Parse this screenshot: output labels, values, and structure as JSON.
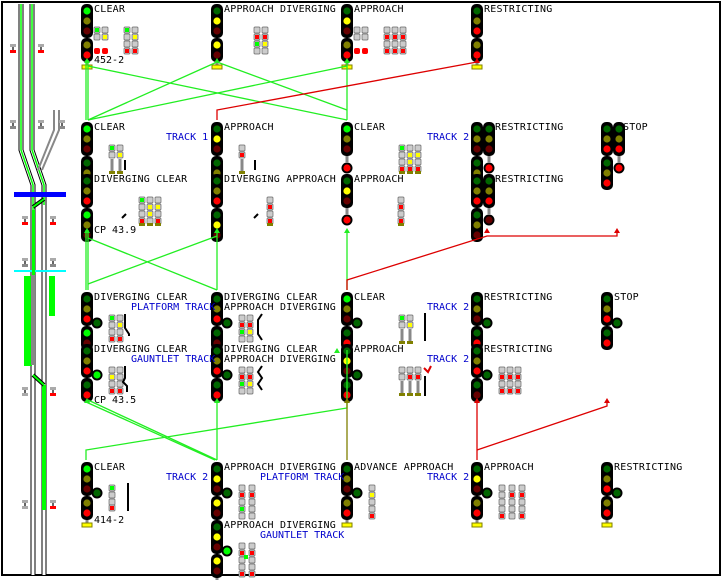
{
  "colors": {
    "green": "#00ff00",
    "dark_green": "#006600",
    "yellow": "#ffff00",
    "olive": "#808000",
    "red": "#ff0000",
    "dark_red": "#660000",
    "blue_text": "#0000cc",
    "route_green": "#22ee22",
    "route_red": "#dd0000",
    "route_olive": "#808000",
    "signal_body": "#000000",
    "mast": "#888888",
    "plate": "#ffff00",
    "section_blue": "#0000ff",
    "section_cyan": "#00ffff"
  },
  "icons": {
    "signal_head": "three-light-signal-icon",
    "dwarf_signal": "dwarf-signal-icon",
    "route_arrow": "arrow-up-icon",
    "number_plate": "number-plate-icon",
    "switch_indicator": "turnout-icon"
  },
  "signals": [
    {
      "id": "s01",
      "aspect": "CLEAR",
      "plate": "452-2",
      "upper": [
        "g",
        "o",
        "r0"
      ],
      "lower": [
        "o",
        "r"
      ],
      "marker": false
    },
    {
      "id": "s02",
      "aspect": "APPROACH DIVERGING",
      "upper": [
        "g0",
        "y",
        "r0"
      ],
      "lower": [
        "y",
        "r0"
      ],
      "marker": false
    },
    {
      "id": "s03",
      "aspect": "APPROACH",
      "upper": [
        "g0",
        "y",
        "r0"
      ],
      "lower": [
        "o",
        "r"
      ],
      "marker": false
    },
    {
      "id": "s04",
      "aspect": "RESTRICTING",
      "upper": [
        "g0",
        "o",
        "r"
      ],
      "lower": [
        "o",
        "r"
      ],
      "marker": false
    },
    {
      "id": "s05",
      "aspect": "CLEAR",
      "track": "TRACK 1",
      "upper": [
        "g",
        "o",
        "r0"
      ],
      "lower": [
        "g0",
        "o",
        "r"
      ]
    },
    {
      "id": "s06",
      "aspect": "APPROACH",
      "upper": [
        "g0",
        "y",
        "r0"
      ],
      "lower": [
        "g0",
        "o",
        "r"
      ]
    },
    {
      "id": "s07",
      "aspect": "CLEAR",
      "track": "TRACK 2",
      "upper": [
        "g",
        "o",
        "r0"
      ],
      "lower": [
        "r"
      ]
    },
    {
      "id": "s08",
      "aspect": "RESTRICTING",
      "upper": [
        "g0",
        "o",
        "r0"
      ],
      "lower": [
        "g0",
        "o",
        "r"
      ]
    },
    {
      "id": "s09",
      "aspect": "STOP",
      "upper": [
        "g0",
        "o",
        "r"
      ],
      "lower": [
        "g0",
        "o",
        "r"
      ]
    },
    {
      "id": "s10",
      "aspect": "DIVERGING CLEAR",
      "cp": "CP 43.9",
      "upper": [
        "g0",
        "o",
        "r"
      ],
      "lower": [
        "g",
        "o",
        "r0"
      ]
    },
    {
      "id": "s11",
      "aspect": "DIVERGING APPROACH",
      "upper": [
        "g0",
        "o",
        "r"
      ],
      "lower": [
        "g0",
        "y",
        "r0"
      ]
    },
    {
      "id": "s12",
      "aspect": "APPROACH",
      "upper": [
        "g0",
        "y",
        "r0"
      ],
      "lower": [
        "r"
      ]
    },
    {
      "id": "s13",
      "aspect": "RESTRICTING",
      "upper": [
        "g0",
        "o",
        "r"
      ],
      "lower": [
        "g0",
        "o",
        "r0"
      ]
    },
    {
      "id": "s14",
      "aspect": "DIVERGING CLEAR",
      "track": "PLATFORM TRACK",
      "upper": [
        "g0",
        "o",
        "r"
      ],
      "lower": [
        "g",
        "r0"
      ]
    },
    {
      "id": "s15",
      "aspect": "DIVERGING CLEAR",
      "aspect2": "APPROACH DIVERGING",
      "upper": [
        "g0",
        "o",
        "r"
      ],
      "lower": [
        "g0",
        "r0"
      ]
    },
    {
      "id": "s16",
      "aspect": "CLEAR",
      "track": "TRACK 2",
      "upper": [
        "g",
        "o",
        "r0"
      ],
      "lower": [
        "g0",
        "r"
      ]
    },
    {
      "id": "s17",
      "aspect": "RESTRICTING",
      "upper": [
        "g0",
        "o",
        "r0"
      ],
      "lower": [
        "g0",
        "r"
      ]
    },
    {
      "id": "s18",
      "aspect": "STOP",
      "upper": [
        "g0",
        "o",
        "r"
      ],
      "lower": [
        "g0",
        "r"
      ]
    },
    {
      "id": "s19",
      "aspect": "DIVERGING CLEAR",
      "track": "GAUNTLET TRACK",
      "cp": "CP 43.5",
      "upper": [
        "g0",
        "o",
        "r"
      ],
      "lower": [
        "g0",
        "r"
      ]
    },
    {
      "id": "s20",
      "aspect": "DIVERGING CLEAR",
      "aspect2": "APPROACH DIVERGING",
      "upper": [
        "g0",
        "o",
        "r"
      ],
      "lower": [
        "g0",
        "r"
      ]
    },
    {
      "id": "s21",
      "aspect": "APPROACH",
      "track": "TRACK 2",
      "upper": [
        "g0",
        "y",
        "r0"
      ],
      "lower": [
        "g0",
        "r"
      ]
    },
    {
      "id": "s22",
      "aspect": "RESTRICTING",
      "upper": [
        "g0",
        "o",
        "r"
      ],
      "lower": [
        "g0",
        "r0"
      ]
    },
    {
      "id": "s23",
      "aspect": "CLEAR",
      "track": "TRACK 2",
      "plate": "414-2",
      "upper": [
        "g",
        "o",
        "r0"
      ],
      "lower": [
        "o",
        "r"
      ]
    },
    {
      "id": "s24",
      "aspect": "APPROACH DIVERGING",
      "track": "PLATFORM TRACK",
      "upper": [
        "g0",
        "y",
        "r0"
      ],
      "lower": [
        "y",
        "r0"
      ]
    },
    {
      "id": "s25",
      "aspect": "ADVANCE APPROACH",
      "track": "TRACK 2",
      "upper": [
        "g0",
        "o",
        "r0"
      ],
      "lower": [
        "o",
        "r"
      ]
    },
    {
      "id": "s26",
      "aspect": "APPROACH",
      "upper": [
        "g0",
        "y",
        "r0"
      ],
      "lower": [
        "o",
        "r"
      ]
    },
    {
      "id": "s27",
      "aspect": "RESTRICTING",
      "upper": [
        "g0",
        "o",
        "r"
      ],
      "lower": [
        "o",
        "r"
      ]
    },
    {
      "id": "s28",
      "aspect": "APPROACH DIVERGING",
      "track": "GAUNTLET TRACK",
      "upper": [
        "g0",
        "y",
        "r0"
      ],
      "lower": [
        "y",
        "r0"
      ]
    }
  ]
}
